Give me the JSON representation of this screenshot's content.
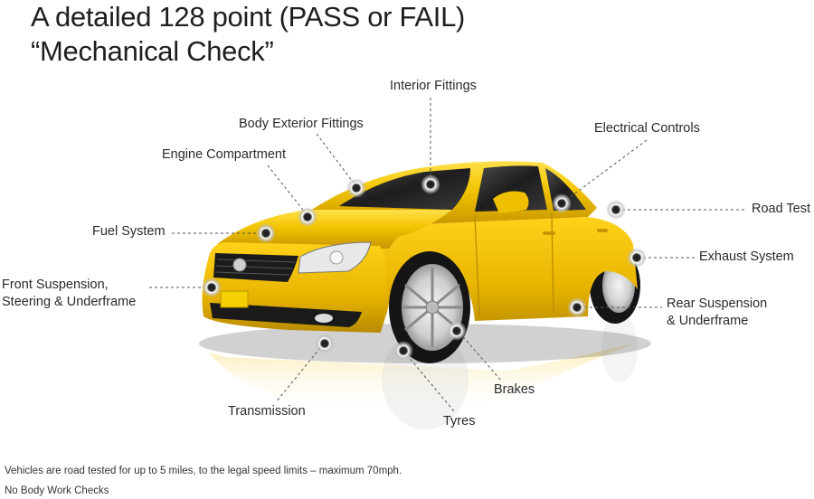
{
  "header": {
    "title_line1": "A detailed 128 point (PASS or FAIL)",
    "title_line2": "“Mechanical Check”"
  },
  "labels": {
    "interior_fittings": "Interior Fittings",
    "body_exterior_fittings": "Body Exterior Fittings",
    "engine_compartment": "Engine Compartment",
    "electrical_controls": "Electrical Controls",
    "fuel_system": "Fuel System",
    "road_test": "Road Test",
    "exhaust_system": "Exhaust System",
    "front_suspension_line1": "Front Suspension,",
    "front_suspension_line2": "Steering & Underframe",
    "rear_suspension_line1": "Rear Suspension",
    "rear_suspension_line2": "& Underframe",
    "brakes": "Brakes",
    "transmission": "Transmission",
    "tyres": "Tyres"
  },
  "footer": {
    "note": "Vehicles are road tested for up to 5 miles, to the legal speed limits – maximum 70mph.",
    "disclaimer": "No Body Work Checks"
  },
  "colors": {
    "car_body": "#f2c400",
    "car_highlight": "#ffe24a",
    "car_shadow": "#c99a00",
    "leader_line": "#555555",
    "text": "#222222"
  }
}
